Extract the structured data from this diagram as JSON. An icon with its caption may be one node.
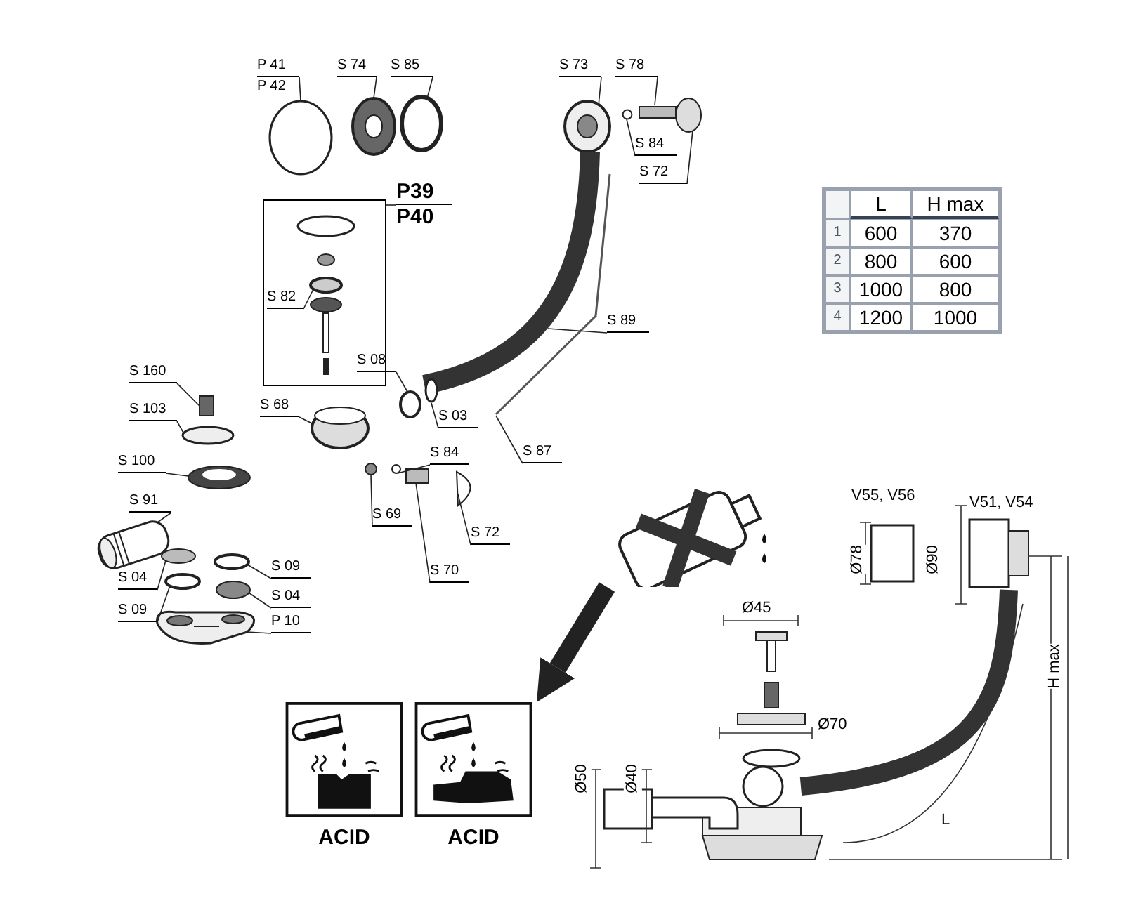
{
  "diagram": {
    "nodes": [
      {
        "text": [
          "P 41",
          "P 42"
        ]
      },
      {
        "text": [
          "S 74"
        ]
      },
      {
        "text": [
          "S 85"
        ]
      },
      {
        "text": [
          "S 73"
        ]
      },
      {
        "text": [
          "S 78"
        ]
      },
      {
        "text": [
          "S 84"
        ]
      },
      {
        "text": [
          "S 72"
        ]
      },
      {
        "text": [
          "P39",
          "P40"
        ]
      },
      {
        "text": [],
        "shape": "box"
      },
      {
        "text": [
          "S 82"
        ],
        "in": 8
      },
      {
        "text": [
          "S 89"
        ]
      },
      {
        "text": [
          "S 08"
        ]
      },
      {
        "text": [
          "S 03"
        ]
      },
      {
        "text": [
          "S 87"
        ]
      },
      {
        "text": [
          "S 160"
        ]
      },
      {
        "text": [
          "S 103"
        ]
      },
      {
        "text": [
          "S 100"
        ]
      },
      {
        "text": [
          "S 91"
        ]
      },
      {
        "text": [
          "S 68"
        ]
      },
      {
        "text": [
          "S 84"
        ]
      },
      {
        "text": [
          "S 69"
        ]
      },
      {
        "text": [
          "S 72"
        ]
      },
      {
        "text": [
          "S 70"
        ]
      },
      {
        "text": [
          "S 04"
        ]
      },
      {
        "text": [
          "S 09"
        ]
      },
      {
        "text": [
          "S 09"
        ]
      },
      {
        "text": [
          "S 04"
        ]
      },
      {
        "text": [
          "P 10"
        ]
      },
      {
        "text": [],
        "shape": "picture"
      },
      {
        "text": [
          "ACID"
        ]
      },
      {
        "text": [
          "ACID"
        ]
      },
      {
        "text": [],
        "shape": "circle"
      },
      {
        "text": [],
        "shape": "picture"
      },
      {
        "text": [],
        "shape": "circle"
      },
      {
        "text": [],
        "shape": "picture"
      },
      {
        "text": [],
        "shape": "box"
      },
      {
        "text": [],
        "shape": "circle"
      },
      {
        "text": [],
        "shape": "circle"
      },
      {
        "text": [],
        "shape": "circle",
        "in": 8
      },
      {
        "text": [],
        "shape": "picture"
      },
      {
        "text": [],
        "shape": "circle"
      },
      {
        "text": [],
        "shape": "circle"
      },
      {
        "text": [],
        "shape": "picture"
      },
      {
        "text": [],
        "shape": "box"
      },
      {
        "text": [],
        "shape": "circle"
      },
      {
        "text": [],
        "shape": "picture"
      },
      {
        "text": [],
        "shape": "picture"
      },
      {
        "text": [],
        "shape": "picture"
      },
      {
        "text": [],
        "shape": "circle"
      },
      {
        "text": [],
        "shape": "circle"
      },
      {
        "text": [],
        "shape": "picture"
      },
      {
        "text": [],
        "shape": "box"
      },
      {
        "text": [],
        "shape": "circle"
      },
      {
        "text": [],
        "shape": "circle"
      },
      {
        "text": [],
        "shape": "circle"
      },
      {
        "text": [],
        "shape": "circle"
      },
      {
        "text": [],
        "shape": "picture"
      }
    ],
    "edges": [
      {
        "from": 0,
        "to": 31,
        "arrow": "none"
      },
      {
        "from": 1,
        "to": 32,
        "arrow": "none"
      },
      {
        "from": 2,
        "to": 33,
        "arrow": "none"
      },
      {
        "from": 3,
        "to": 34,
        "arrow": "none"
      },
      {
        "from": 4,
        "to": 35,
        "arrow": "none"
      },
      {
        "from": 5,
        "to": 36,
        "arrow": "none"
      },
      {
        "from": 6,
        "to": 37,
        "arrow": "none"
      },
      {
        "from": 7,
        "to": 8,
        "arrow": "none"
      },
      {
        "from": 9,
        "to": 38,
        "arrow": "none"
      },
      {
        "from": 10,
        "to": 39,
        "arrow": "none"
      },
      {
        "from": 11,
        "to": 40,
        "arrow": "none"
      },
      {
        "from": 12,
        "to": 41,
        "arrow": "none"
      },
      {
        "from": 13,
        "to": 42,
        "arrow": "none"
      },
      {
        "from": 14,
        "to": 43,
        "arrow": "none"
      },
      {
        "from": 15,
        "to": 44,
        "arrow": "none"
      },
      {
        "from": 16,
        "to": 45,
        "arrow": "none"
      },
      {
        "from": 17,
        "to": 46,
        "arrow": "none"
      },
      {
        "from": 18,
        "to": 47,
        "arrow": "none"
      },
      {
        "from": 19,
        "to": 48,
        "arrow": "none"
      },
      {
        "from": 20,
        "to": 49,
        "arrow": "none"
      },
      {
        "from": 21,
        "to": 50,
        "arrow": "none"
      },
      {
        "from": 22,
        "to": 51,
        "arrow": "none"
      },
      {
        "from": 23,
        "to": 52,
        "arrow": "none"
      },
      {
        "from": 24,
        "to": 53,
        "arrow": "none"
      },
      {
        "from": 25,
        "to": 54,
        "arrow": "none"
      },
      {
        "from": 26,
        "to": 55,
        "arrow": "none"
      },
      {
        "from": 27,
        "to": 56,
        "arrow": "none"
      },
      {
        "from": 28,
        "to": 30,
        "arrow": "to",
        "style": "thick"
      }
    ],
    "labels": [
      "L",
      "H max",
      "1",
      "600",
      "370",
      "2",
      "800",
      "600",
      "3",
      "1000",
      "800",
      "4",
      "1200",
      "1000",
      "V55, V56",
      "Ø78",
      "Ø90",
      "V51, V54",
      "Ø45",
      "H max",
      "Ø70",
      "Ø50",
      "Ø40",
      "L"
    ]
  }
}
